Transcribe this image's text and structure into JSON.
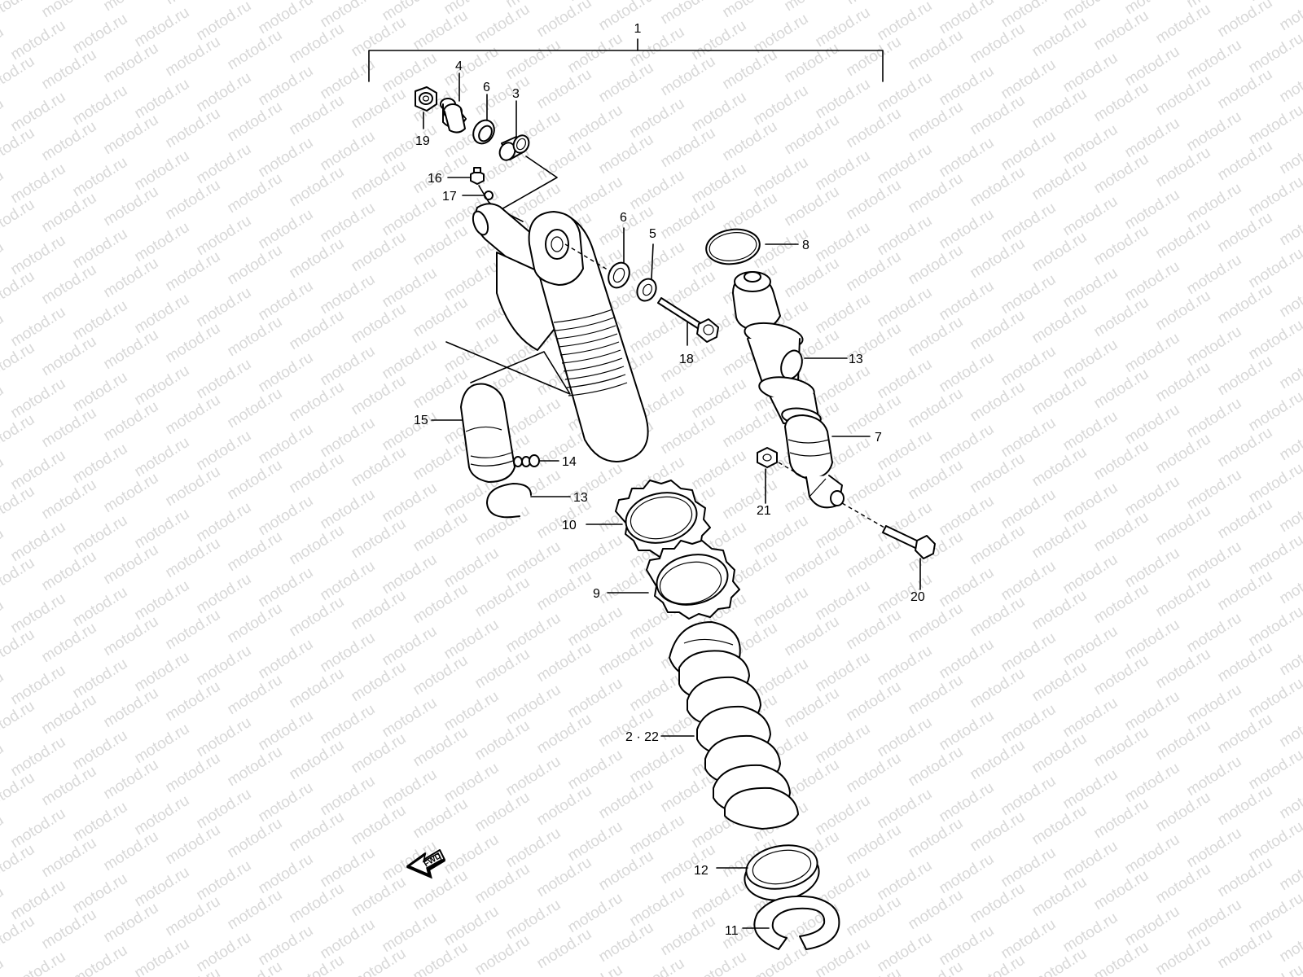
{
  "watermark": "motod.ru",
  "labels": {
    "l1": "1",
    "l2_22": "2 · 22",
    "l3": "3",
    "l4": "4",
    "l5": "5",
    "l6a": "6",
    "l6b": "6",
    "l7": "7",
    "l8": "8",
    "l9": "9",
    "l10": "10",
    "l11": "11",
    "l12": "12",
    "l13a": "13",
    "l13b": "13",
    "l14": "14",
    "l15": "15",
    "l16": "16",
    "l17": "17",
    "l18": "18",
    "l19": "19",
    "l20": "20",
    "l21": "21"
  },
  "fwd_arrow": "FWD",
  "colors": {
    "line": "#000000",
    "background": "#ffffff",
    "watermark": "#d8d8d8"
  }
}
